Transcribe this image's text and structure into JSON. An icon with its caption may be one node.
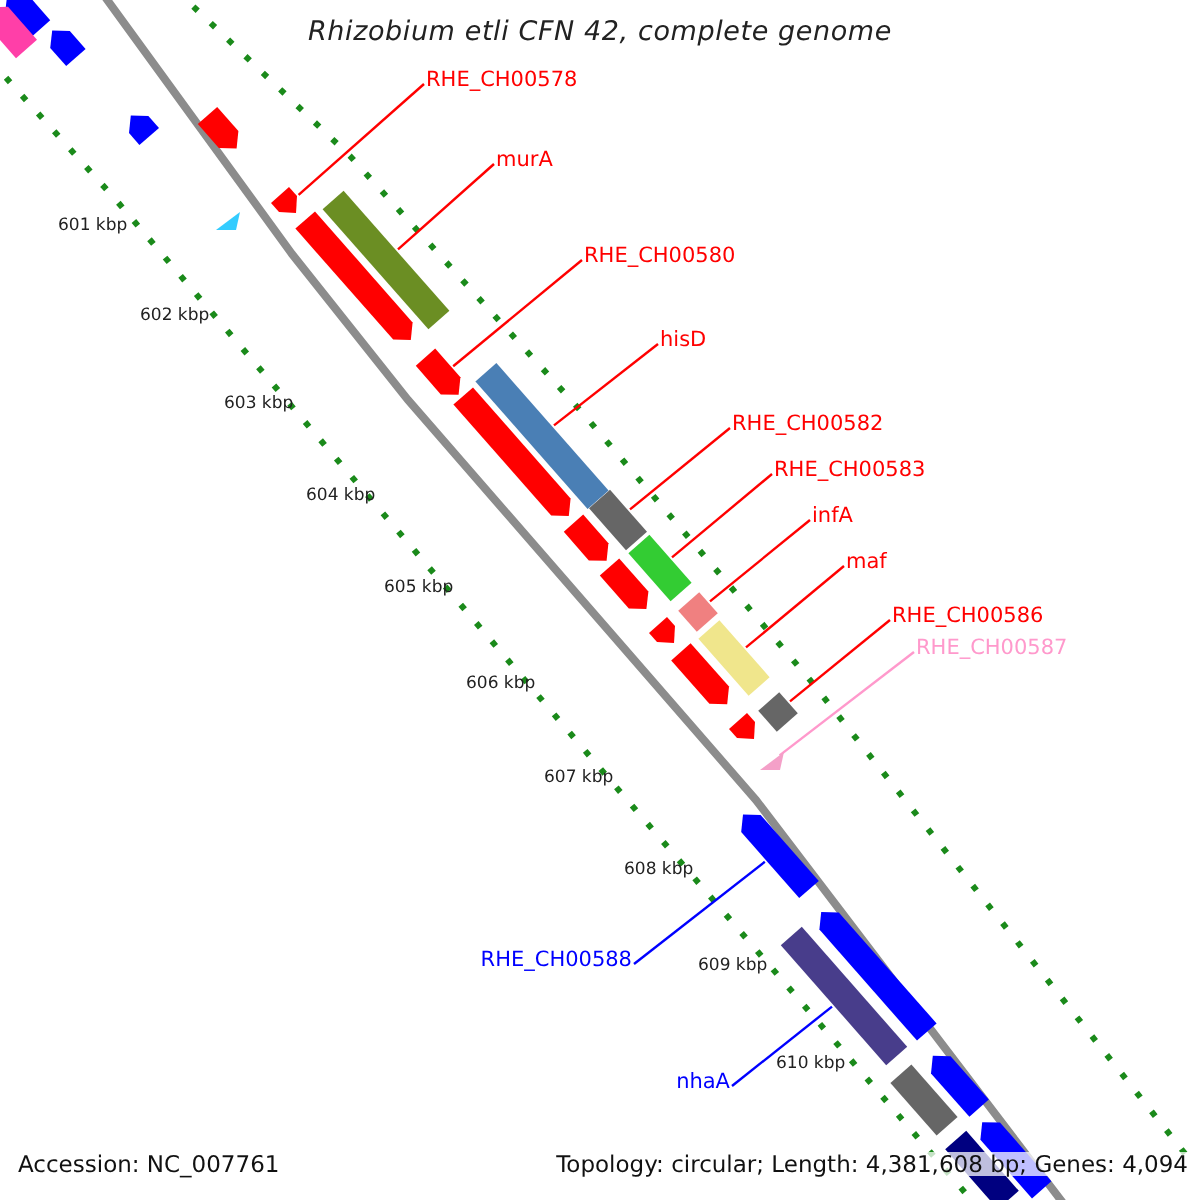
{
  "diagram": {
    "title": "Rhizobium etli CFN 42, complete genome",
    "nodes": [
      {
        "text": [
          "RHE_CH00578"
        ]
      },
      {
        "text": [
          "murA"
        ]
      },
      {
        "text": [
          "RHE_CH00580"
        ]
      },
      {
        "text": [
          "hisD"
        ]
      },
      {
        "text": [
          "RHE_CH00582"
        ]
      },
      {
        "text": [
          "RHE_CH00583"
        ]
      },
      {
        "text": [
          "infA"
        ]
      },
      {
        "text": [
          "maf"
        ]
      },
      {
        "text": [
          "RHE_CH00586"
        ]
      },
      {
        "text": [
          "RHE_CH00587"
        ]
      },
      {
        "text": [
          "RHE_CH00588"
        ]
      },
      {
        "text": [
          "nhaA"
        ]
      },
      {
        "text": [],
        "shape": "bar"
      },
      {
        "text": [],
        "shape": "bar"
      },
      {
        "text": [],
        "shape": "bar"
      },
      {
        "text": [],
        "shape": "bar"
      },
      {
        "text": [],
        "shape": "bar"
      },
      {
        "text": [],
        "shape": "bar"
      },
      {
        "text": [],
        "shape": "triangle"
      },
      {
        "text": [],
        "shape": "bar"
      },
      {
        "text": [],
        "shape": "bar"
      },
      {
        "text": [],
        "shape": "bar"
      },
      {
        "text": [],
        "shape": "bar"
      },
      {
        "text": [],
        "shape": "bar"
      },
      {
        "text": [],
        "shape": "bar"
      },
      {
        "text": [],
        "shape": "bar"
      },
      {
        "text": [],
        "shape": "bar"
      },
      {
        "text": [],
        "shape": "bar"
      },
      {
        "text": [],
        "shape": "bar"
      },
      {
        "text": [],
        "shape": "bar"
      },
      {
        "text": [],
        "shape": "bar"
      },
      {
        "text": [],
        "shape": "bar"
      },
      {
        "text": [],
        "shape": "bar"
      },
      {
        "text": [],
        "shape": "bar"
      },
      {
        "text": [],
        "shape": "triangle"
      },
      {
        "text": [],
        "shape": "bar"
      },
      {
        "text": [],
        "shape": "bar"
      },
      {
        "text": [],
        "shape": "bar"
      },
      {
        "text": [],
        "shape": "bar"
      },
      {
        "text": [],
        "shape": "bar"
      },
      {
        "text": [],
        "shape": "bar"
      },
      {
        "text": [],
        "shape": "bar"
      }
    ],
    "edges": [
      {
        "from": 0,
        "to": 17,
        "arrow": "none"
      },
      {
        "from": 1,
        "to": 19,
        "arrow": "none"
      },
      {
        "from": 2,
        "to": 21,
        "arrow": "none"
      },
      {
        "from": 3,
        "to": 22,
        "arrow": "none"
      },
      {
        "from": 4,
        "to": 24,
        "arrow": "none"
      },
      {
        "from": 5,
        "to": 26,
        "arrow": "none"
      },
      {
        "from": 6,
        "to": 28,
        "arrow": "none"
      },
      {
        "from": 7,
        "to": 30,
        "arrow": "none"
      },
      {
        "from": 8,
        "to": 32,
        "arrow": "none"
      },
      {
        "from": 9,
        "to": 34,
        "arrow": "none",
        "color": "#ff99cc"
      },
      {
        "from": 10,
        "to": 35,
        "arrow": "none",
        "color": "#0000ff"
      },
      {
        "from": 11,
        "to": 37,
        "arrow": "none",
        "color": "#0000ff"
      }
    ],
    "labels": [
      "601 kbp",
      "602 kbp",
      "603 kbp",
      "604 kbp",
      "605 kbp",
      "606 kbp",
      "607 kbp",
      "608 kbp",
      "609 kbp",
      "610 kbp",
      "Accession: NC_007761",
      "Topology: circular; Length: 4,381,608 bp; Genes: 4,094"
    ]
  }
}
